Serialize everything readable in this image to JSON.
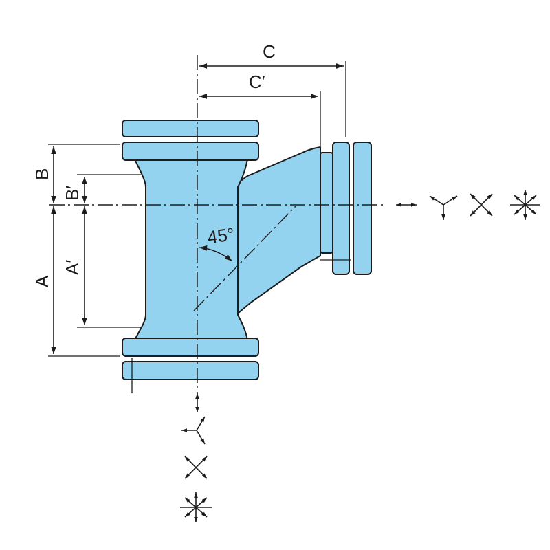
{
  "labels": {
    "c": "C",
    "c_prime": "C′",
    "b": "B",
    "b_prime": "B′",
    "a": "A",
    "a_prime": "A′",
    "angle": "45°"
  },
  "icons": {
    "right": [
      "double-arrow-icon",
      "three-way-arrows-icon",
      "four-way-arrows-icon",
      "six-way-arrows-icon"
    ],
    "bottom": [
      "double-arrow-icon",
      "three-way-arrows-icon",
      "four-way-arrows-icon",
      "six-way-arrows-icon"
    ]
  },
  "colors": {
    "fitting_fill": "#94d3ef",
    "outline": "#1c1c1c"
  }
}
